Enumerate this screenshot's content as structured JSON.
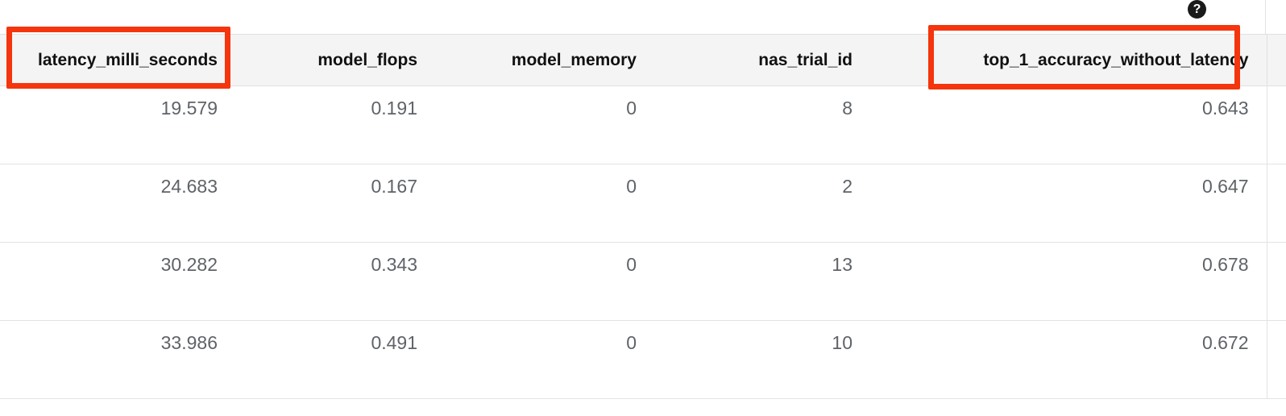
{
  "help": {
    "icon": "help-icon",
    "glyph": "?"
  },
  "table": {
    "columns": [
      {
        "key": "latency_milli_seconds",
        "label": "latency_milli_seconds"
      },
      {
        "key": "model_flops",
        "label": "model_flops"
      },
      {
        "key": "model_memory",
        "label": "model_memory"
      },
      {
        "key": "nas_trial_id",
        "label": "nas_trial_id"
      },
      {
        "key": "top_1_accuracy_without_latency",
        "label": "top_1_accuracy_without_latency"
      }
    ],
    "rows": [
      {
        "latency_milli_seconds": "19.579",
        "model_flops": "0.191",
        "model_memory": "0",
        "nas_trial_id": "8",
        "top_1_accuracy_without_latency": "0.643"
      },
      {
        "latency_milli_seconds": "24.683",
        "model_flops": "0.167",
        "model_memory": "0",
        "nas_trial_id": "2",
        "top_1_accuracy_without_latency": "0.647"
      },
      {
        "latency_milli_seconds": "30.282",
        "model_flops": "0.343",
        "model_memory": "0",
        "nas_trial_id": "13",
        "top_1_accuracy_without_latency": "0.678"
      },
      {
        "latency_milli_seconds": "33.986",
        "model_flops": "0.491",
        "model_memory": "0",
        "nas_trial_id": "10",
        "top_1_accuracy_without_latency": "0.672"
      }
    ]
  },
  "annotations": [
    {
      "name": "highlight-latency-column-header",
      "color": "#f4350d",
      "target": "latency_milli_seconds"
    },
    {
      "name": "highlight-accuracy-column-header",
      "color": "#f4350d",
      "target": "top_1_accuracy_without_latency"
    }
  ]
}
